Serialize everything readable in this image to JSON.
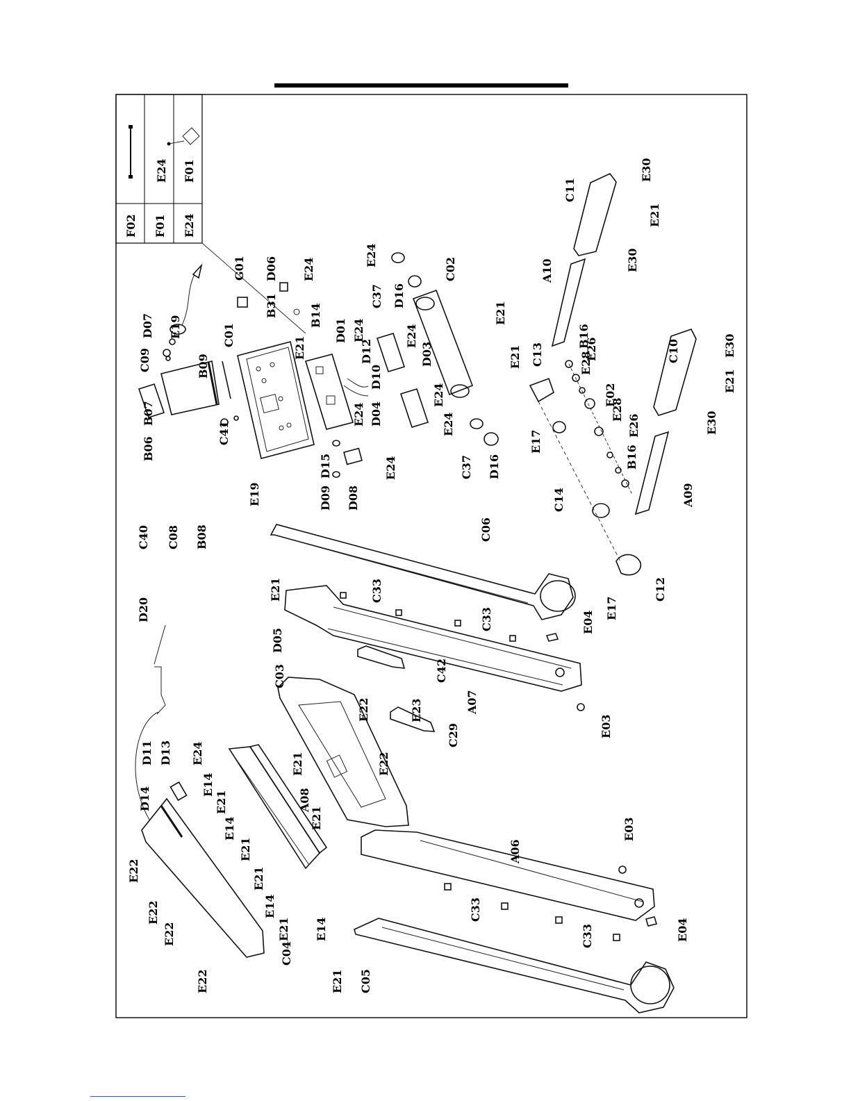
{
  "drawing": {
    "title": "",
    "legend": {
      "codes": [
        "F02",
        "F01",
        "E24"
      ],
      "items": [
        "E24",
        "F01"
      ]
    },
    "parts": [
      {
        "id": "p01",
        "label": "D07"
      },
      {
        "id": "p02",
        "label": "C09"
      },
      {
        "id": "p03",
        "label": "E19"
      },
      {
        "id": "p04",
        "label": "B09"
      },
      {
        "id": "p05",
        "label": "B07"
      },
      {
        "id": "p06",
        "label": "B06"
      },
      {
        "id": "p07",
        "label": "C41"
      },
      {
        "id": "p08",
        "label": "C40"
      },
      {
        "id": "p09",
        "label": "C08"
      },
      {
        "id": "p10",
        "label": "B08"
      },
      {
        "id": "p11",
        "label": "E19"
      },
      {
        "id": "p12",
        "label": "C01"
      },
      {
        "id": "p13",
        "label": "E21"
      },
      {
        "id": "p14",
        "label": "G01"
      },
      {
        "id": "p15",
        "label": "B31"
      },
      {
        "id": "p16",
        "label": "D06"
      },
      {
        "id": "p17",
        "label": "E24"
      },
      {
        "id": "p18",
        "label": "B14"
      },
      {
        "id": "p19",
        "label": "D01"
      },
      {
        "id": "p20",
        "label": "E24"
      },
      {
        "id": "p21",
        "label": "D12"
      },
      {
        "id": "p22",
        "label": "D10"
      },
      {
        "id": "p23",
        "label": "D04"
      },
      {
        "id": "p24",
        "label": "E24"
      },
      {
        "id": "p25",
        "label": "D15"
      },
      {
        "id": "p26",
        "label": "D09"
      },
      {
        "id": "p27",
        "label": "D08"
      },
      {
        "id": "p28",
        "label": "E24"
      },
      {
        "id": "p29",
        "label": "E24"
      },
      {
        "id": "p30",
        "label": "C37"
      },
      {
        "id": "p31",
        "label": "D16"
      },
      {
        "id": "p32",
        "label": "C02"
      },
      {
        "id": "p33",
        "label": "E21"
      },
      {
        "id": "p34",
        "label": "D03"
      },
      {
        "id": "p35",
        "label": "E24"
      },
      {
        "id": "p36",
        "label": "E24"
      },
      {
        "id": "p37",
        "label": "E21"
      },
      {
        "id": "p38",
        "label": "E24"
      },
      {
        "id": "p39",
        "label": "C37"
      },
      {
        "id": "p40",
        "label": "D16"
      },
      {
        "id": "p41",
        "label": "C13"
      },
      {
        "id": "p42",
        "label": "E17"
      },
      {
        "id": "p43",
        "label": "C14"
      },
      {
        "id": "p44",
        "label": "A10"
      },
      {
        "id": "p45",
        "label": "B16"
      },
      {
        "id": "p46",
        "label": "E26"
      },
      {
        "id": "p47",
        "label": "E28"
      },
      {
        "id": "p48",
        "label": "E02"
      },
      {
        "id": "p49",
        "label": "E28"
      },
      {
        "id": "p50",
        "label": "E26"
      },
      {
        "id": "p51",
        "label": "B16"
      },
      {
        "id": "p52",
        "label": "A09"
      },
      {
        "id": "p53",
        "label": "C11"
      },
      {
        "id": "p54",
        "label": "E30"
      },
      {
        "id": "p55",
        "label": "E21"
      },
      {
        "id": "p56",
        "label": "E30"
      },
      {
        "id": "p57",
        "label": "C10"
      },
      {
        "id": "p58",
        "label": "E30"
      },
      {
        "id": "p59",
        "label": "E21"
      },
      {
        "id": "p60",
        "label": "E30"
      },
      {
        "id": "p61",
        "label": "C06"
      },
      {
        "id": "p62",
        "label": "E21"
      },
      {
        "id": "p63",
        "label": "C12"
      },
      {
        "id": "p64",
        "label": "E17"
      },
      {
        "id": "p65",
        "label": "D20"
      },
      {
        "id": "p66",
        "label": "D05"
      },
      {
        "id": "p67",
        "label": "C33"
      },
      {
        "id": "p68",
        "label": "C33"
      },
      {
        "id": "p69",
        "label": "E04"
      },
      {
        "id": "p70",
        "label": "C03"
      },
      {
        "id": "p71",
        "label": "C42"
      },
      {
        "id": "p72",
        "label": "A07"
      },
      {
        "id": "p73",
        "label": "E22"
      },
      {
        "id": "p74",
        "label": "E23"
      },
      {
        "id": "p75",
        "label": "C29"
      },
      {
        "id": "p76",
        "label": "E03"
      },
      {
        "id": "p77",
        "label": "D11"
      },
      {
        "id": "p78",
        "label": "D13"
      },
      {
        "id": "p79",
        "label": "E24"
      },
      {
        "id": "p80",
        "label": "D14"
      },
      {
        "id": "p81",
        "label": "E14"
      },
      {
        "id": "p82",
        "label": "E21"
      },
      {
        "id": "p83",
        "label": "E21"
      },
      {
        "id": "p84",
        "label": "A08"
      },
      {
        "id": "p85",
        "label": "E14"
      },
      {
        "id": "p86",
        "label": "E21"
      },
      {
        "id": "p87",
        "label": "E21"
      },
      {
        "id": "p88",
        "label": "E22"
      },
      {
        "id": "p89",
        "label": "E21"
      },
      {
        "id": "p90",
        "label": "E14"
      },
      {
        "id": "p91",
        "label": "E21"
      },
      {
        "id": "p92",
        "label": "E14"
      },
      {
        "id": "p93",
        "label": "A06"
      },
      {
        "id": "p94",
        "label": "E03"
      },
      {
        "id": "p95",
        "label": "C33"
      },
      {
        "id": "p96",
        "label": "C33"
      },
      {
        "id": "p97",
        "label": "E04"
      },
      {
        "id": "p98",
        "label": "E22"
      },
      {
        "id": "p99",
        "label": "E22"
      },
      {
        "id": "p100",
        "label": "E22"
      },
      {
        "id": "p101",
        "label": "E22"
      },
      {
        "id": "p102",
        "label": "C04"
      },
      {
        "id": "p103",
        "label": "E21"
      },
      {
        "id": "p104",
        "label": "C05"
      }
    ]
  }
}
